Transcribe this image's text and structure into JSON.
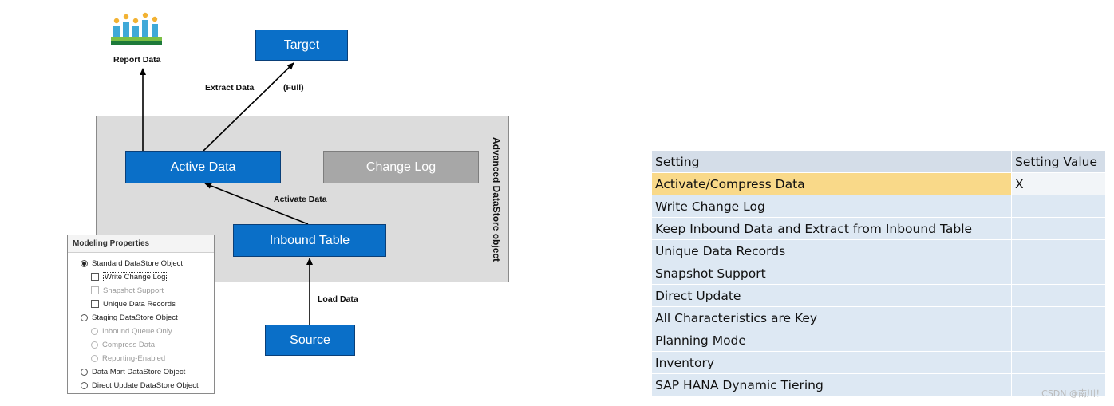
{
  "diagram": {
    "report_label": "Report Data",
    "adso_label": "Advanced DataStore object",
    "boxes": {
      "target": "Target",
      "active_data": "Active Data",
      "change_log": "Change Log",
      "inbound_table": "Inbound Table",
      "source": "Source"
    },
    "edges": {
      "extract": "Extract Data",
      "full": "(Full)",
      "activate": "Activate Data",
      "load": "Load Data"
    },
    "icons": {
      "report": "people-chart-icon"
    },
    "colors": {
      "box_blue": "#0a6fc8",
      "box_grey": "#a7a7a7",
      "region": "#dcdcdc"
    }
  },
  "modeling_properties": {
    "title": "Modeling Properties",
    "options": [
      {
        "label": "Standard DataStore Object",
        "type": "radio",
        "checked": true,
        "disabled": false
      },
      {
        "label": "Write Change Log",
        "type": "checkbox",
        "checked": false,
        "disabled": false,
        "focused": true
      },
      {
        "label": "Snapshot Support",
        "type": "checkbox",
        "checked": false,
        "disabled": true
      },
      {
        "label": "Unique Data Records",
        "type": "checkbox",
        "checked": false,
        "disabled": false
      },
      {
        "label": "Staging DataStore Object",
        "type": "radio",
        "checked": false,
        "disabled": false
      },
      {
        "label": "Inbound Queue Only",
        "type": "radio",
        "checked": false,
        "disabled": true
      },
      {
        "label": "Compress Data",
        "type": "radio",
        "checked": false,
        "disabled": true
      },
      {
        "label": "Reporting-Enabled",
        "type": "radio",
        "checked": false,
        "disabled": true
      },
      {
        "label": "Data Mart DataStore Object",
        "type": "radio",
        "checked": false,
        "disabled": false
      },
      {
        "label": "Direct Update DataStore Object",
        "type": "radio",
        "checked": false,
        "disabled": false
      }
    ]
  },
  "settings_table": {
    "headers": [
      "Setting",
      "Setting Value"
    ],
    "rows": [
      {
        "setting": "Activate/Compress Data",
        "value": "X",
        "selected": true
      },
      {
        "setting": "Write Change Log",
        "value": ""
      },
      {
        "setting": "Keep Inbound Data and Extract from Inbound Table",
        "value": ""
      },
      {
        "setting": "Unique Data Records",
        "value": ""
      },
      {
        "setting": "Snapshot Support",
        "value": ""
      },
      {
        "setting": "Direct Update",
        "value": ""
      },
      {
        "setting": "All Characteristics are Key",
        "value": ""
      },
      {
        "setting": "Planning Mode",
        "value": ""
      },
      {
        "setting": "Inventory",
        "value": ""
      },
      {
        "setting": "SAP HANA Dynamic Tiering",
        "value": ""
      }
    ],
    "colors": {
      "row_bg": "#dde8f3",
      "selected_bg": "#f9d989"
    }
  },
  "watermark": "CSDN @南川！"
}
